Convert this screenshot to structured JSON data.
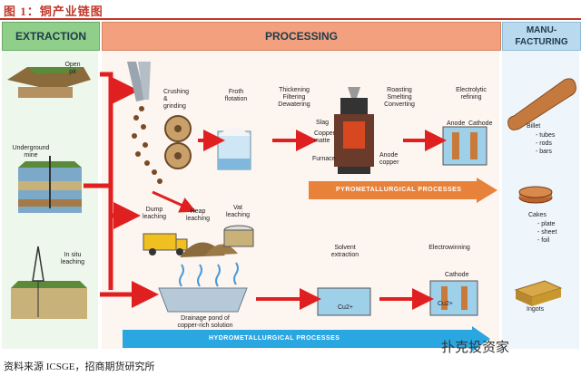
{
  "figure_title": "图 1：铜产业链图",
  "headers": {
    "extraction": "EXTRACTION",
    "processing": "PROCESSING",
    "manufacturing": "MANU-\nFACTURING"
  },
  "extraction": {
    "open_pit": "Open\npit",
    "underground": "Underground\nmine",
    "in_situ": "In situ\nleaching"
  },
  "pyro": {
    "crushing": "Crushing\n&\ngrinding",
    "froth": "Froth\nflotation",
    "thickening": "Thickening\nFiltering\nDewatering",
    "roasting": "Roasting\nSmelting\nConverting",
    "electrolytic": "Electrolytic\nrefining",
    "slag": "Slag",
    "copper_matte": "Copper\nmatte",
    "furnace": "Furnace",
    "anode_copper": "Anode\ncopper",
    "anode": "Anode",
    "cathode": "Cathode",
    "banner": "PYROMETALLURGICAL PROCESSES"
  },
  "hydro": {
    "dump": "Dump\nleaching",
    "heap": "Heap\nleaching",
    "vat": "Vat\nleaching",
    "drainage": "Drainage pond of\ncopper-rich solution",
    "solvent": "Solvent\nextraction",
    "electrowinning": "Electrowinning",
    "cathode": "Cathode",
    "cu_ion1": "Cu2+",
    "cu_ion2": "Cu2+",
    "banner": "HYDROMETALLURGICAL PROCESSES"
  },
  "manufacturing": {
    "billet": "Billet",
    "billet_items": [
      "- tubes",
      "- rods",
      "- bars"
    ],
    "cakes": "Cakes",
    "cakes_items": [
      "- plate",
      "- sheet",
      "- foil"
    ],
    "ingots": "Ingots"
  },
  "footer": "资料来源 ICSGE，招商期货研究所",
  "watermark": "扑克投资家",
  "colors": {
    "title_red": "#c0392b",
    "arrow_red": "#e02020",
    "banner_orange": "#e8823a",
    "banner_blue": "#2aa6e0"
  }
}
